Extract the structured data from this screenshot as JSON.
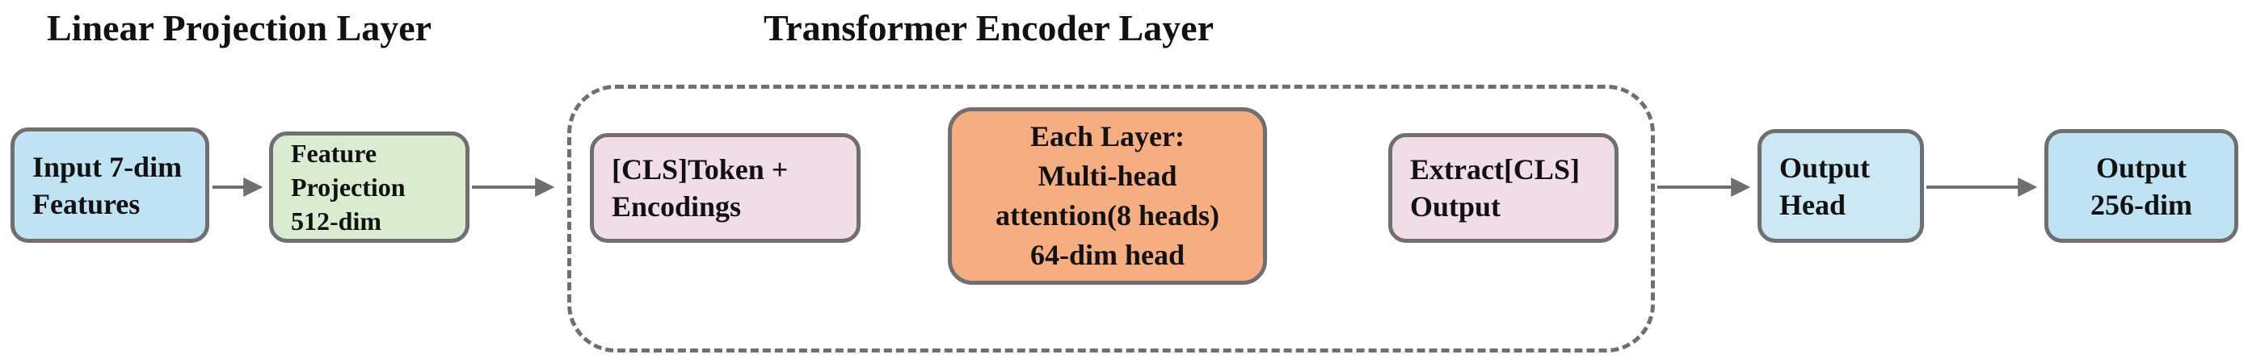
{
  "headings": {
    "linear_projection": "Linear Projection Layer",
    "transformer_encoder": "Transformer Encoder Layer"
  },
  "nodes": {
    "input": [
      "Input 7-dim",
      "Features"
    ],
    "feature_projection": [
      "Feature",
      "Projection",
      "512-dim"
    ],
    "cls_token": [
      "[CLS]Token +",
      "Encodings"
    ],
    "each_layer": [
      "Each Layer:",
      "Multi-head",
      "attention(8 heads)",
      "64-dim head"
    ],
    "extract_cls": [
      "Extract[CLS]",
      "Output"
    ],
    "output_head": [
      "Output",
      "Head"
    ],
    "output": [
      "Output",
      "256-dim"
    ]
  },
  "colors": {
    "input": "#bfe3f3",
    "feature_projection": "#daecd0",
    "cls_token": "#f1dde8",
    "each_layer": "#f6ae80",
    "extract_cls": "#f1dde8",
    "output_head": "#cce8f5",
    "output": "#bfe3f3",
    "border": "#6f6f6f",
    "arrow": "#6f6f6f"
  }
}
